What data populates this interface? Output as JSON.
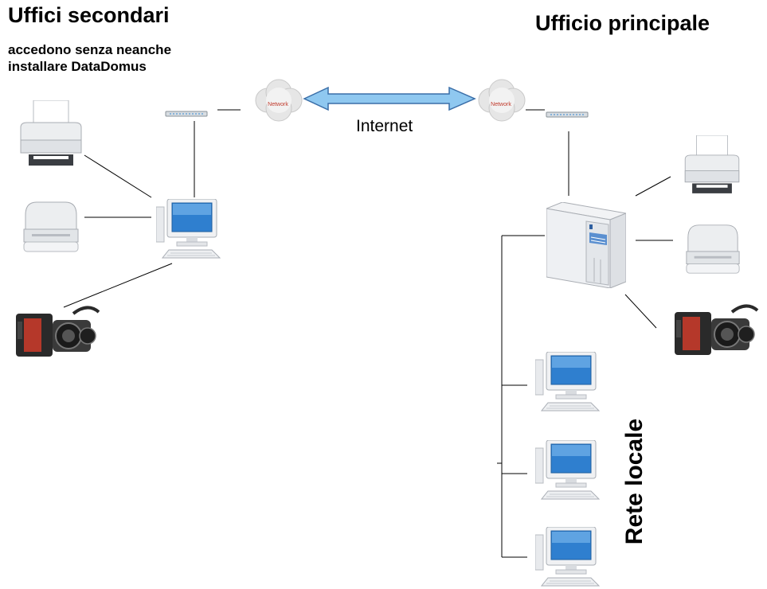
{
  "labels": {
    "secondary_title": "Uffici secondari",
    "secondary_sub_1": "accedono senza neanche",
    "secondary_sub_2": "installare DataDomus",
    "primary_title": "Ufficio principale",
    "internet": "Internet",
    "local_network": "Rete locale",
    "network_cloud": "Network"
  },
  "colors": {
    "arrow_fill": "#8fc8f0",
    "arrow_stroke": "#3a6ea8",
    "screen": "#2f7fcf",
    "case": "#eef0f3",
    "case_shadow": "#c8ccd2",
    "camera_body": "#2a2a2a",
    "camera_red": "#b5382a",
    "cloud_text": "#c0392b"
  }
}
